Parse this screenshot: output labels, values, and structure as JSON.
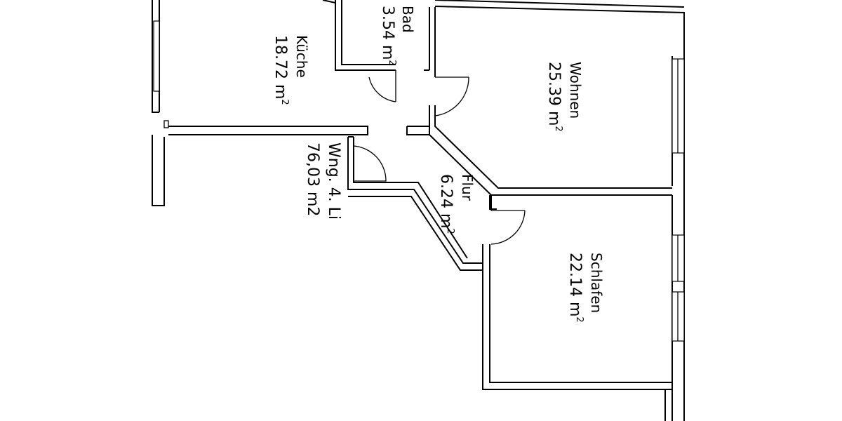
{
  "floorplan": {
    "rooms": {
      "bad": {
        "name": "Bad",
        "area": "3.54 m",
        "unit_sup": "2"
      },
      "kueche": {
        "name": "Küche",
        "area": "18.72 m",
        "unit_sup": "2"
      },
      "wohnen": {
        "name": "Wohnen",
        "area": "25.39 m",
        "unit_sup": "2"
      },
      "flur": {
        "name": "Flur",
        "area": "6.24 m",
        "unit_sup": "2"
      },
      "schlafen": {
        "name": "Schlafen",
        "area": "22.14 m",
        "unit_sup": "2"
      }
    },
    "apartment": {
      "name": "Wng. 4. Li",
      "area": "76,03 m2"
    }
  }
}
